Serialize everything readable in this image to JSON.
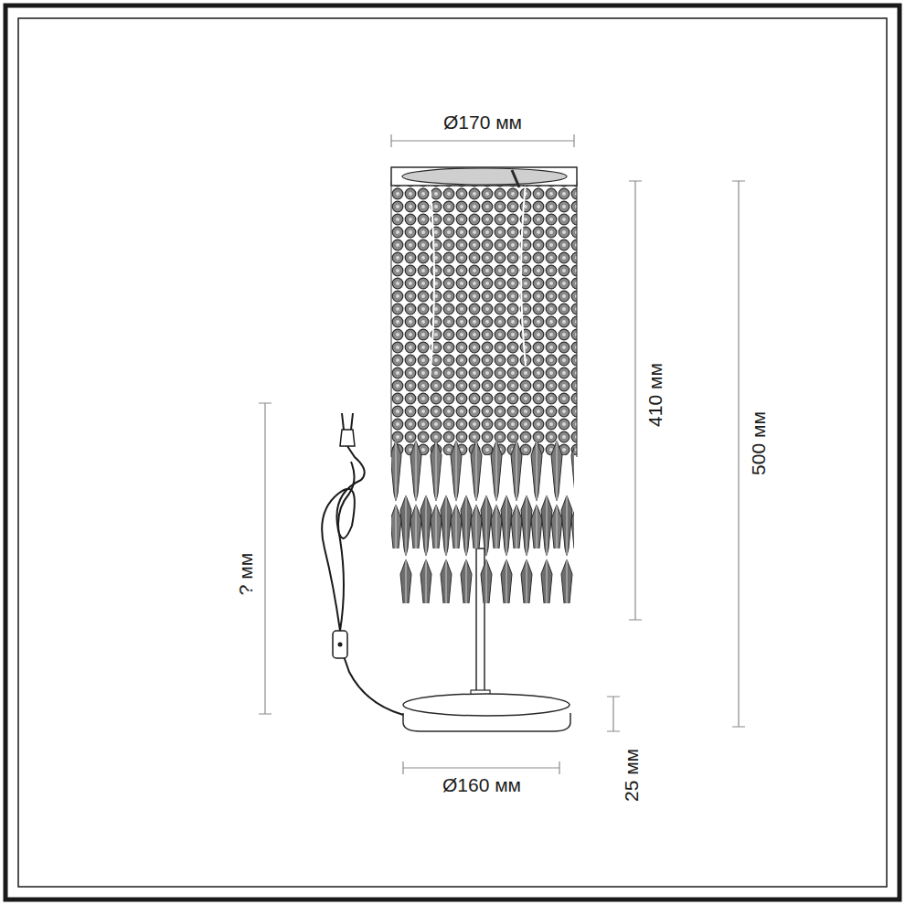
{
  "diagram": {
    "labels": [
      "Ø170 мм",
      "410 мм",
      "500 мм",
      "? мм",
      "Ø160 мм",
      "25 мм"
    ]
  }
}
